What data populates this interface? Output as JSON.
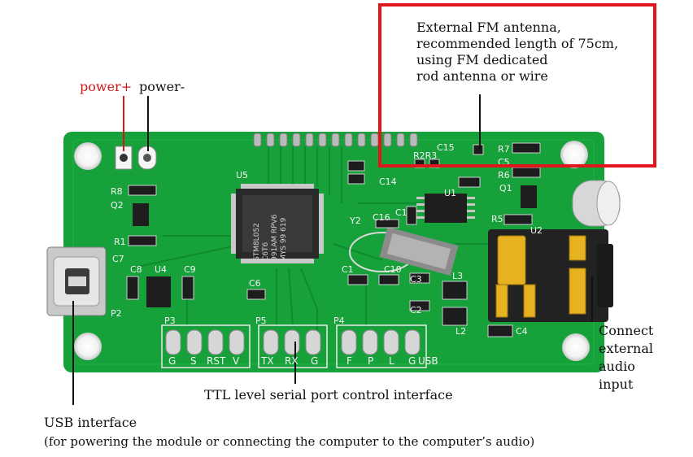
{
  "annotations": {
    "power_plus": "power+",
    "power_minus": "power-",
    "antenna_lines": [
      "External FM antenna,",
      "recommended length of 75cm,",
      "using FM dedicated",
      "rod antenna or wire"
    ],
    "audio_lines": [
      "Connect",
      "external",
      "audio",
      "input"
    ],
    "serial": "TTL level serial port control interface",
    "usb_title": "USB interface",
    "usb_note": "(for powering the module or connecting the computer to the computer’s audio)"
  },
  "board": {
    "silkscreen": {
      "u5": "U5",
      "y2": "Y2",
      "u2": "U2",
      "r8": "R8",
      "q2": "Q2",
      "r1": "R1",
      "c7": "C7",
      "c8": "C8",
      "u4": "U4",
      "c9": "C9",
      "c6": "C6",
      "p2": "P2",
      "p3": "P3",
      "p5": "P5",
      "p4": "P4",
      "c15": "C15",
      "r2r3": "R2R3",
      "r7": "R7",
      "c5": "C5",
      "r6": "R6",
      "q1": "Q1",
      "c14": "C14",
      "c16": "C16",
      "c1": "C1",
      "c10": "C10",
      "c3": "C3",
      "c2": "C2",
      "l3": "L3",
      "l2": "L2",
      "r5": "R5",
      "c4": "C4",
      "ic_u1": "U1"
    },
    "chip_marking": [
      "STM8L052",
      "C6T6",
      "991AM RPV6",
      "MYS 99 619"
    ],
    "pin_labels": [
      "G",
      "S",
      "RST",
      "V",
      "TX",
      "RX",
      "G",
      "F",
      "P",
      "L",
      "G",
      "USB"
    ],
    "colors": {
      "pcb": "#17a13a",
      "pcb_dark": "#0f7c2c",
      "callout": "#e0161c",
      "red_wire": "#d01818"
    }
  }
}
